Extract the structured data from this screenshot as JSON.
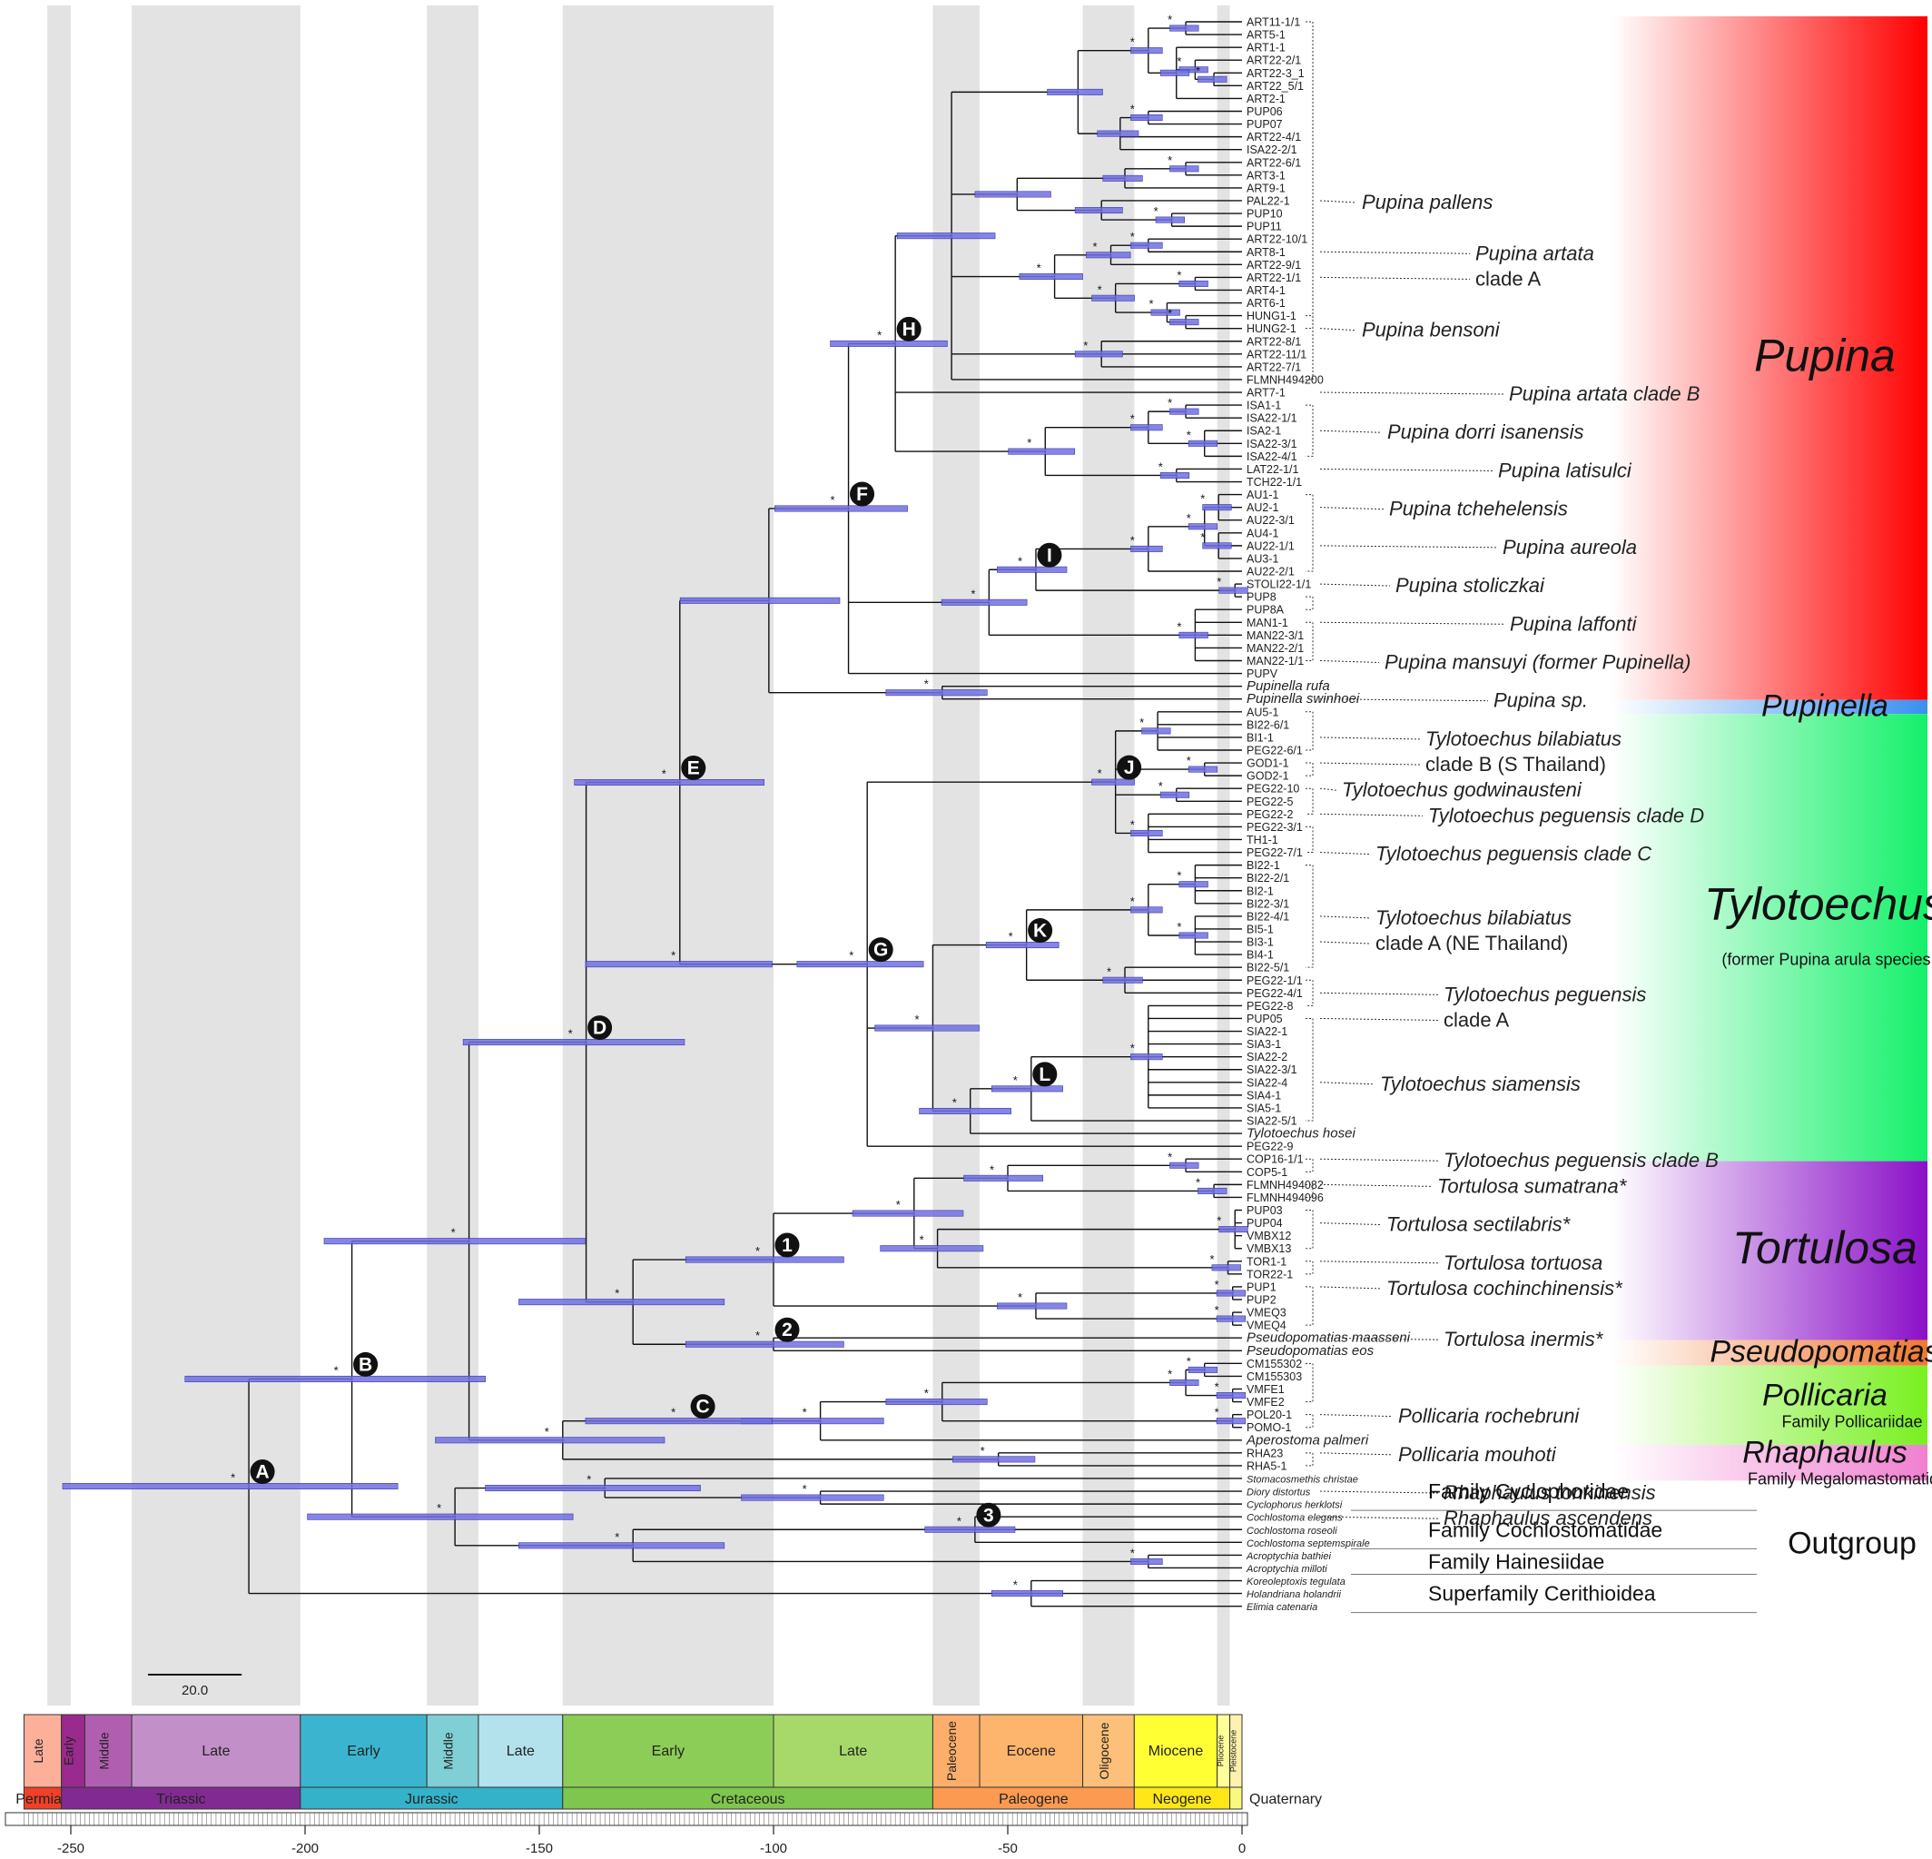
{
  "tips": [
    "ART11-1/1",
    "ART5-1",
    "ART1-1",
    "ART22-2/1",
    "ART22-3_1",
    "ART22_5/1",
    "ART2-1",
    "PUP06",
    "PUP07",
    "ART22-4/1",
    "ISA22-2/1",
    "ART22-6/1",
    "ART3-1",
    "ART9-1",
    "PAL22-1",
    "PUP10",
    "PUP11",
    "ART22-10/1",
    "ART8-1",
    "ART22-9/1",
    "ART22-1/1",
    "ART4-1",
    "ART6-1",
    "HUNG1-1",
    "HUNG2-1",
    "ART22-8/1",
    "ART22-11/1",
    "ART22-7/1",
    "FLMNH494200",
    "ART7-1",
    "ISA1-1",
    "ISA22-1/1",
    "ISA2-1",
    "ISA22-3/1",
    "ISA22-4/1",
    "LAT22-1/1",
    "TCH22-1/1",
    "AU1-1",
    "AU2-1",
    "AU22-3/1",
    "AU4-1",
    "AU22-1/1",
    "AU3-1",
    "AU22-2/1",
    "STOLI22-1/1",
    "PUP8",
    "PUP8A",
    "MAN1-1",
    "MAN22-3/1",
    "MAN22-2/1",
    "MAN22-1/1",
    "PUPV",
    "Pupinella rufa",
    "Pupinella swinhoei",
    "AU5-1",
    "BI22-6/1",
    "BI1-1",
    "PEG22-6/1",
    "GOD1-1",
    "GOD2-1",
    "PEG22-10",
    "PEG22-5",
    "PEG22-2",
    "PEG22-3/1",
    "TH1-1",
    "PEG22-7/1",
    "BI22-1",
    "BI22-2/1",
    "BI2-1",
    "BI22-3/1",
    "BI22-4/1",
    "BI5-1",
    "BI3-1",
    "BI4-1",
    "BI22-5/1",
    "PEG22-1/1",
    "PEG22-4/1",
    "PEG22-8",
    "PUP05",
    "SIA22-1",
    "SIA3-1",
    "SIA22-2",
    "SIA22-3/1",
    "SIA22-4",
    "SIA4-1",
    "SIA5-1",
    "SIA22-5/1",
    "Tylotoechus hosei",
    "PEG22-9",
    "COP16-1/1",
    "COP5-1",
    "FLMNH494082",
    "FLMNH494096",
    "PUP03",
    "PUP04",
    "VMBX12",
    "VMBX13",
    "TOR1-1",
    "TOR22-1",
    "PUP1",
    "PUP2",
    "VMEQ3",
    "VMEQ4",
    "Pseudopomatias maasseni",
    "Pseudopomatias eos",
    "CM155302",
    "CM155303",
    "VMFE1",
    "VMFE2",
    "POL20-1",
    "POMO-1",
    "Aperostoma palmeri",
    "RHA23",
    "RHA5-1",
    "Stomacosmethis christae",
    "Diory distortus",
    "Cyclophorus herklotsi",
    "Cochlostoma elegans",
    "Cochlostoma roseoli",
    "Cochlostoma septemspirale",
    "Acroptychia bathiei",
    "Acroptychia milloti",
    "Koreoleptoxis tegulata",
    "Holandriana holandrii",
    "Elimia catenaria"
  ],
  "species_labels": [
    {
      "text": "Pupina pallens",
      "tip_index": 14
    },
    {
      "text": "Pupina artata",
      "tip_index": 18
    },
    {
      "text": "clade A",
      "tip_index": 20
    },
    {
      "text": "Pupina bensoni",
      "tip_index": 24
    },
    {
      "text": "Pupina artata clade B",
      "tip_index": 29
    },
    {
      "text": "Pupina dorri isanensis",
      "tip_index": 32
    },
    {
      "text": "Pupina latisulci",
      "tip_index": 35
    },
    {
      "text": "Pupina tchehelensis",
      "tip_index": 38
    },
    {
      "text": "Pupina aureola",
      "tip_index": 41
    },
    {
      "text": "Pupina stoliczkai",
      "tip_index": 44
    },
    {
      "text": "Pupina laffonti",
      "tip_index": 47
    },
    {
      "text": "Pupina mansuyi (former Pupinella)",
      "tip_index": 50
    },
    {
      "text": "Pupina sp.",
      "tip_index": 53
    },
    {
      "text": "Tylotoechus bilabiatus",
      "tip_index": 56
    },
    {
      "text": "clade B (S Thailand)",
      "tip_index": 58
    },
    {
      "text": "Tylotoechus godwinausteni",
      "tip_index": 60
    },
    {
      "text": "Tylotoechus peguensis clade D",
      "tip_index": 62
    },
    {
      "text": "Tylotoechus peguensis clade C",
      "tip_index": 65
    },
    {
      "text": "Tylotoechus bilabiatus",
      "tip_index": 70
    },
    {
      "text": "clade A (NE Thailand)",
      "tip_index": 72
    },
    {
      "text": "Tylotoechus peguensis",
      "tip_index": 76
    },
    {
      "text": "clade A",
      "tip_index": 78
    },
    {
      "text": "Tylotoechus siamensis",
      "tip_index": 83
    },
    {
      "text": "Tylotoechus peguensis clade B",
      "tip_index": 89
    },
    {
      "text": "Tortulosa sumatrana*",
      "tip_index": 91
    },
    {
      "text": "Tortulosa sectilabris*",
      "tip_index": 94
    },
    {
      "text": "Tortulosa tortuosa",
      "tip_index": 97
    },
    {
      "text": "Tortulosa cochinchinensis*",
      "tip_index": 99
    },
    {
      "text": "Tortulosa inermis*",
      "tip_index": 103
    },
    {
      "text": "Pollicaria rochebruni",
      "tip_index": 109
    },
    {
      "text": "Pollicaria mouhoti",
      "tip_index": 112
    },
    {
      "text": "Rhaphaulus tonkinensis",
      "tip_index": 115
    },
    {
      "text": "Rhaphaulus ascendens",
      "tip_index": 117
    }
  ],
  "genus_blocks": [
    {
      "name": "Pupina",
      "sub": "",
      "color": "#ff0000"
    },
    {
      "name": "Pupinella",
      "sub": "",
      "color": "#3b8ff0"
    },
    {
      "name": "Tylotoechus",
      "sub": "(former Pupina arula species group)",
      "color": "#14f06a"
    },
    {
      "name": "Tortulosa",
      "sub": "",
      "color": "#8a10c8"
    },
    {
      "name": "Pseudopomatias",
      "sub": "",
      "color": "#f07830"
    },
    {
      "name": "Pollicaria",
      "sub": "Family Pollicariidae",
      "color": "#78f020"
    },
    {
      "name": "Rhaphaulus",
      "sub": "Family Megalomastomatidae",
      "color": "#f080d0"
    }
  ],
  "outgroup": {
    "label": "Outgroup",
    "families": [
      "Family Cyclophoridae",
      "Family Cochlostomatidae",
      "Family Hainesiidae",
      "Superfamily Cerithioidea"
    ]
  },
  "node_labels": [
    "A",
    "B",
    "C",
    "D",
    "E",
    "F",
    "G",
    "H",
    "I",
    "J",
    "K",
    "L",
    "1",
    "2",
    "3"
  ],
  "support_marker": "*",
  "scale_bar": {
    "label": "20.0",
    "length_ma": 20
  },
  "time_axis": {
    "ticks": [
      -250,
      -200,
      -150,
      -100,
      -50,
      0
    ],
    "min_ma": -255,
    "max_ma": 0
  },
  "epochs": [
    {
      "label": "Late",
      "start": -260,
      "end": -252,
      "color": "#fcb09a"
    },
    {
      "label": "Early",
      "start": -252,
      "end": -247,
      "color": "#9a2a8e"
    },
    {
      "label": "Middle",
      "start": -247,
      "end": -237,
      "color": "#b05fb0"
    },
    {
      "label": "Late",
      "start": -237,
      "end": -201,
      "color": "#c28fc8"
    },
    {
      "label": "Early",
      "start": -201,
      "end": -174,
      "color": "#3bb5cf"
    },
    {
      "label": "Middle",
      "start": -174,
      "end": -163,
      "color": "#7fcfd5"
    },
    {
      "label": "Late",
      "start": -163,
      "end": -145,
      "color": "#b3e2ed"
    },
    {
      "label": "Early",
      "start": -145,
      "end": -100,
      "color": "#8ccd57"
    },
    {
      "label": "Late",
      "start": -100,
      "end": -66,
      "color": "#a6d96a"
    },
    {
      "label": "Paleocene",
      "start": -66,
      "end": -56,
      "color": "#fdae6b"
    },
    {
      "label": "Eocene",
      "start": -56,
      "end": -34,
      "color": "#fdb46c"
    },
    {
      "label": "Oligocene",
      "start": -34,
      "end": -23,
      "color": "#fdc07a"
    },
    {
      "label": "Miocene",
      "start": -23,
      "end": -5.3,
      "color": "#ffff33"
    },
    {
      "label": "Pliocene",
      "start": -5.3,
      "end": -2.6,
      "color": "#ffff99"
    },
    {
      "label": "Pleistocene",
      "start": -2.6,
      "end": 0,
      "color": "#fff2ae"
    }
  ],
  "periods": [
    {
      "label": "Permian",
      "start": -260,
      "end": -252,
      "color": "#f04028"
    },
    {
      "label": "Triassic",
      "start": -252,
      "end": -201,
      "color": "#812b92"
    },
    {
      "label": "Jurassic",
      "start": -201,
      "end": -145,
      "color": "#34b2c9"
    },
    {
      "label": "Cretaceous",
      "start": -145,
      "end": -66,
      "color": "#7fc64e"
    },
    {
      "label": "Paleogene",
      "start": -66,
      "end": -23,
      "color": "#fd9a52"
    },
    {
      "label": "Neogene",
      "start": -23,
      "end": -2.6,
      "color": "#ffe619"
    },
    {
      "label": "Quaternary",
      "start": -2.6,
      "end": 0,
      "color": "#f9f97f"
    }
  ],
  "colors": {
    "hpd_bar": "#7070e0",
    "branch": "#111111",
    "stripe": "#e3e3e3"
  }
}
